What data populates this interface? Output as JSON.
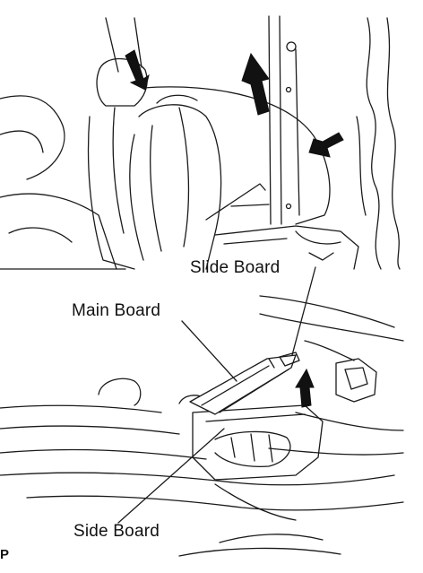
{
  "labels": {
    "slide_board": "Slide Board",
    "main_board": "Main Board",
    "side_board": "Side Board",
    "corner_code": "P"
  }
}
